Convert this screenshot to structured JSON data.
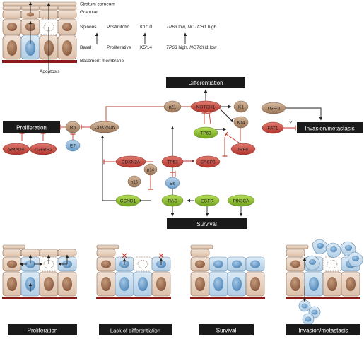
{
  "epidermis": {
    "layers": [
      "Stratum corneum",
      "Granular",
      "Spinous",
      "Basal",
      "Basement membrane"
    ],
    "apoptosis": "Apoptosis",
    "spinous_info": [
      "Postmitotic",
      "K1/10",
      "TP63",
      " low, ",
      "NOTCH1",
      " high"
    ],
    "basal_info": [
      "Proliferative",
      "K5/14",
      "TP63",
      " high, ",
      "NOTCH1",
      " low"
    ]
  },
  "network": {
    "boxes": {
      "differentiation": "Differentiation",
      "proliferation": "Proliferation",
      "invasion": "Invasion/metastasis",
      "survival": "Survival"
    },
    "nodes": {
      "p21": "p21",
      "notch1": "NOTCH1",
      "k1": "K1",
      "k14": "K14",
      "tp63": "TP63",
      "irf6": "IRF6",
      "tgfb": "TGF-β",
      "fat1": "FAT1",
      "rb": "Rb",
      "e7": "E7",
      "cdk": "CDK2/4/6",
      "smad4": "SMAD4",
      "tgfbr2": "TGFBR2",
      "cdkn2a": "CDKN2A",
      "p14": "p14",
      "tp53": "TP53",
      "casp8": "CASP8",
      "p16": "p16",
      "e6": "E6",
      "ccnd1": "CCND1",
      "ras": "RAS",
      "egfr": "EGFR",
      "pik3ca": "PIK3CA"
    },
    "question_mark": "?"
  },
  "panels": [
    "Proliferation",
    "Lack of differentiation",
    "Survival",
    "Invasion/metastasis"
  ],
  "colors": {
    "red_node": "#c2483f",
    "brown_node": "#b08a6e",
    "green_node": "#8cbf2a",
    "blue_node": "#7aa9cf",
    "inhibit": "#c0392b",
    "box": "#1a1a1a",
    "membrane": "#8b1a1a",
    "cell_fill": "#e8d2c0",
    "nucleus": "#a67659",
    "blue_cell": "#c6dcec",
    "blue_nucleus": "#6e9fc9"
  }
}
